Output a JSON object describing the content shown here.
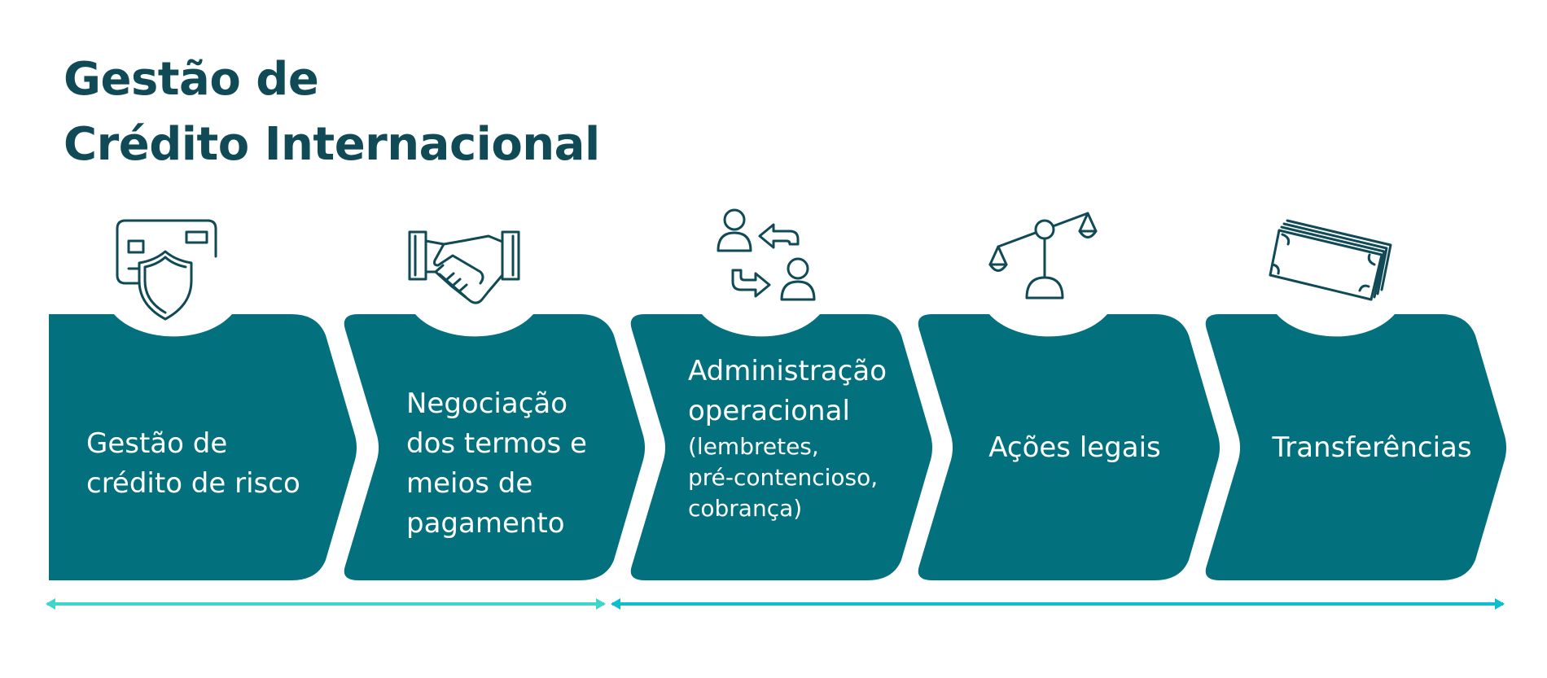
{
  "title": {
    "line1": "Gestão de",
    "line2": "Crédito Internacional"
  },
  "colors": {
    "title": "#0f4a56",
    "box": "#03707e",
    "icon": "#0f4a56",
    "arrow_left": "#3ed6c8",
    "arrow_right": "#0bbfcd",
    "text": "#ffffff"
  },
  "steps": [
    {
      "icon": "card-shield-icon",
      "lines": [
        "Gestão de",
        "crédito de risco"
      ]
    },
    {
      "icon": "handshake-icon",
      "lines": [
        "Negociação",
        "dos termos e",
        "meios de",
        "pagamento"
      ]
    },
    {
      "icon": "people-exchange-icon",
      "lines": [
        "Administração",
        "operacional"
      ],
      "sub_lines": [
        "(lembretes,",
        "pré-contencioso,",
        "cobrança)"
      ]
    },
    {
      "icon": "scales-icon",
      "lines": [
        "Ações legais"
      ]
    },
    {
      "icon": "money-stack-icon",
      "lines": [
        "Transferências"
      ]
    }
  ]
}
